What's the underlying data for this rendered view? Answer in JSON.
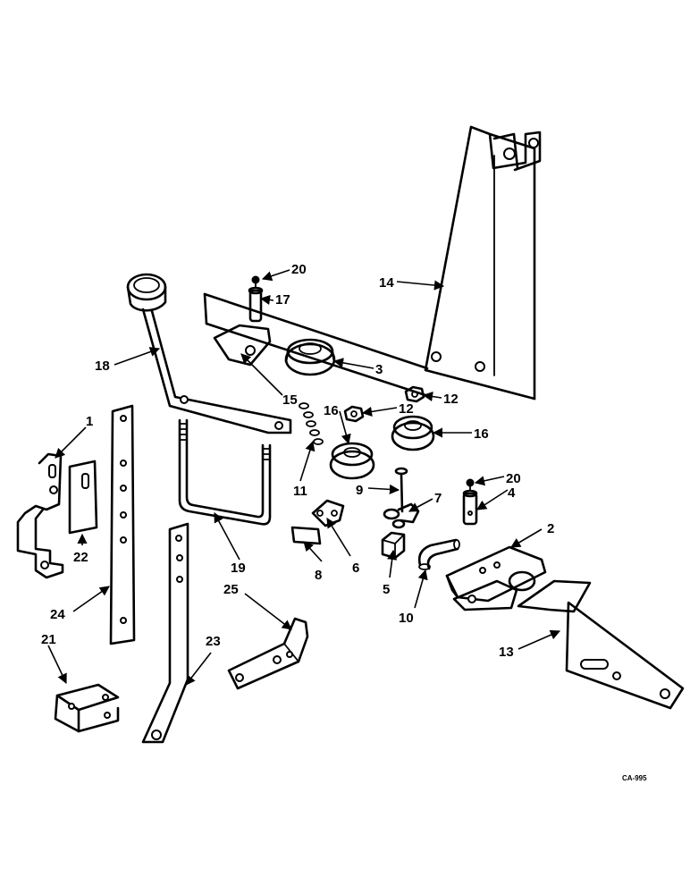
{
  "callouts": {
    "c1": "1",
    "c2": "2",
    "c3": "3",
    "c4": "4",
    "c5": "5",
    "c6": "6",
    "c7": "7",
    "c8": "8",
    "c9": "9",
    "c10": "10",
    "c11": "11",
    "c12a": "12",
    "c12b": "12",
    "c13": "13",
    "c14": "14",
    "c15": "15",
    "c16a": "16",
    "c16b": "16",
    "c17": "17",
    "c18": "18",
    "c19": "19",
    "c20a": "20",
    "c20b": "20",
    "c21": "21",
    "c22": "22",
    "c23": "23",
    "c24": "24",
    "c25": "25"
  },
  "drawing_code": "CA-995",
  "ink_color": "#000000",
  "paper_color": "#ffffff"
}
